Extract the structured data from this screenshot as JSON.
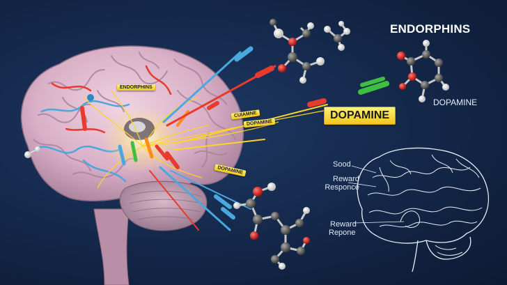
{
  "labels": {
    "endorphins_title": "ENDORPHINS",
    "dopamine_top": "DOPAMINE",
    "dopamine_main": "DOPAMINE",
    "tag_endorphins": "ENDORPHINS",
    "tag_cuiamne": "CUIAMNE",
    "tag_dopamine_mid": "DOPAMINE",
    "tag_dopamine_low": "DOPAMINE",
    "sketch_sood": "Sood",
    "sketch_reward_response_1": "Reward",
    "sketch_reward_response_2": "Responce",
    "sketch_reward_repone_1": "Reward",
    "sketch_reward_repone_2": "Repone"
  },
  "colors": {
    "background": "#152a4d",
    "brain": "#d8b2c6",
    "tag_yellow": "#f5d21e",
    "molecule_red": "#d42020",
    "molecule_white": "#f2f2f2",
    "molecule_gray": "#6e6e6e",
    "nerve_blue": "#4aa8e0",
    "nerve_red": "#e83a2e"
  }
}
